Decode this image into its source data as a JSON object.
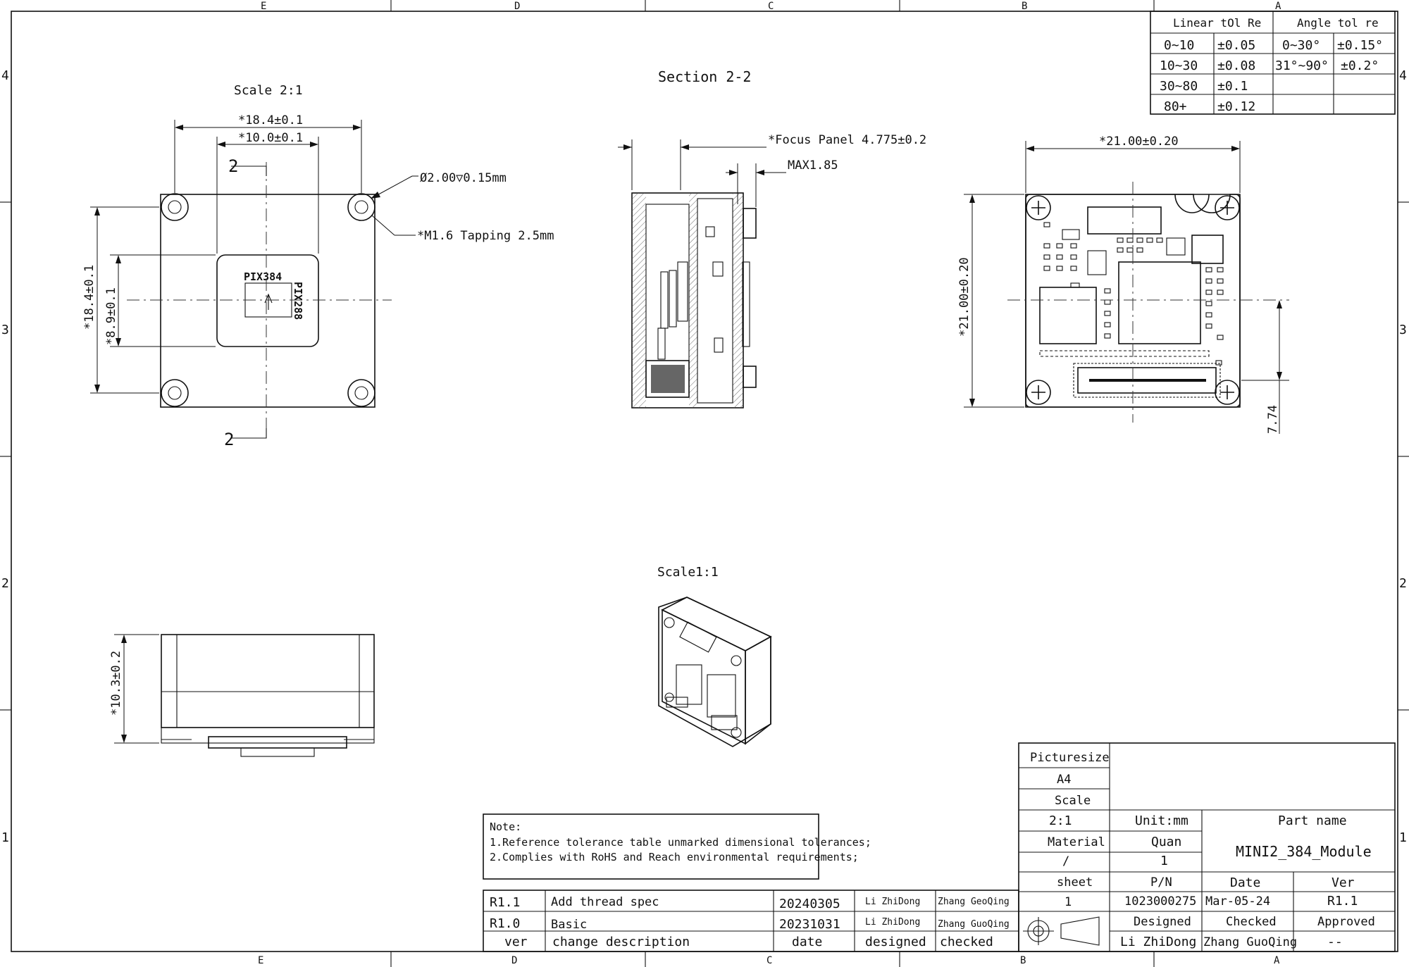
{
  "frame": {
    "zones_top": [
      "E",
      "D",
      "C",
      "B",
      "A"
    ],
    "zones_bottom": [
      "E",
      "D",
      "C",
      "B",
      "A"
    ],
    "rows_left": [
      "4",
      "3",
      "2",
      "1"
    ],
    "rows_right": [
      "4",
      "3",
      "2",
      "1"
    ]
  },
  "tolerance_table": {
    "headers": [
      "Linear tOl Re",
      "Angle tol re"
    ],
    "rows": [
      [
        "0~10",
        "±0.05",
        "0~30°",
        "±0.15°"
      ],
      [
        "10~30",
        "±0.08",
        "31°~90°",
        "±0.2°"
      ],
      [
        "30~80",
        "±0.1",
        "",
        ""
      ],
      [
        "80+",
        "±0.12",
        "",
        ""
      ]
    ]
  },
  "views": {
    "front": {
      "scale_label": "Scale 2:1",
      "dim_outer_w": "*18.4±0.1",
      "dim_inner_w": "*10.0±0.1",
      "dim_outer_h": "*18.4±0.1",
      "dim_inner_h": "*8.9±0.1",
      "hole_callout": "Ø2.00▽0.15mm",
      "thread_callout": "*M1.6 Tapping 2.5mm",
      "section_mark": "2",
      "sensor_label_a": "PIX384",
      "sensor_label_b": "PIX288"
    },
    "section": {
      "title": "Section 2-2",
      "focus_dim": "*Focus Panel 4.775±0.2",
      "max_dim": "MAX1.85"
    },
    "back": {
      "dim_w": "*21.00±0.20",
      "dim_h": "*21.00±0.20",
      "offset_dim": "7.74"
    },
    "side": {
      "dim_h": "*10.3±0.2"
    },
    "iso": {
      "scale_label": "Scale1:1"
    }
  },
  "note": {
    "lines": [
      "Note:",
      "1.Reference tolerance table unmarked dimensional tolerances;",
      "2.Complies with RoHS and Reach environmental requirements;"
    ]
  },
  "revisions": {
    "rows": [
      [
        "R1.1",
        "Add thread spec",
        "20240305",
        "Li ZhiDong",
        "Zhang GeoQing"
      ],
      [
        "R1.0",
        "Basic",
        "20231031",
        "Li ZhiDong",
        "Zhang GuoQing"
      ]
    ],
    "header": [
      "ver",
      "change description",
      "date",
      "designed",
      "checked"
    ]
  },
  "title_block": {
    "picturesize_label": "Picturesize",
    "picturesize": "A4",
    "scale_label": "Scale",
    "scale": "2:1",
    "unit": "Unit:mm",
    "material_label": "Material",
    "material": "/",
    "quan_label": "Quan",
    "quan": "1",
    "part_name_label": "Part name",
    "part_name": "MINI2_384_Module",
    "sheet_label": "sheet",
    "sheet": "1",
    "pn_label": "P/N",
    "pn": "1023000275",
    "date_label": "Date",
    "date": "Mar-05-24",
    "ver_label": "Ver",
    "ver": "R1.1",
    "designed_label": "Designed",
    "designed": "Li ZhiDong",
    "checked_label": "Checked",
    "checked": "Zhang GuoQing",
    "approved_label": "Approved",
    "approved": "--"
  }
}
